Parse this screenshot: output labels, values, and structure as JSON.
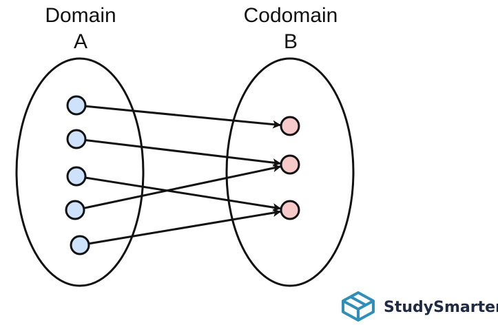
{
  "domain_set": {
    "title": "Domain",
    "letter": "A"
  },
  "codomain_set": {
    "title": "Codomain",
    "letter": "B"
  },
  "colors": {
    "domain_point_fill": "#cfe2fb",
    "codomain_point_fill": "#f8c9c9",
    "stroke": "#111111",
    "brand_icon": "#2f8fb8"
  },
  "mapping": [
    {
      "from": 1,
      "to": 1
    },
    {
      "from": 2,
      "to": 2
    },
    {
      "from": 3,
      "to": 3
    },
    {
      "from": 4,
      "to": 2
    },
    {
      "from": 5,
      "to": 3
    }
  ],
  "brand": {
    "name": "StudySmarter",
    "icon": "studysmarter-logo-icon"
  }
}
